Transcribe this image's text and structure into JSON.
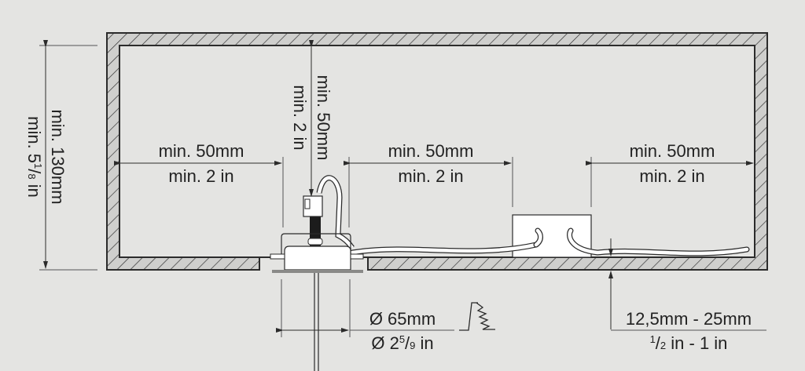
{
  "diagram": {
    "type": "installation-cross-section",
    "colors": {
      "background": "#e4e4e2",
      "wall_fill": "#cfcfcd",
      "line": "#2b2b2b",
      "text": "#222222",
      "white_parts": "#ffffff"
    },
    "dimensions": {
      "height_total": {
        "metric": "min. 130mm",
        "imperial_prefix": "min. 5",
        "imperial_sup": "1",
        "imperial_sub": "8",
        "imperial_suffix": " in"
      },
      "top_clearance": {
        "metric": "min. 50mm",
        "imperial": "min. 2 in"
      },
      "left_clearance": {
        "metric": "min. 50mm",
        "imperial": "min. 2 in"
      },
      "middle_clearance": {
        "metric": "min. 50mm",
        "imperial": "min. 2 in"
      },
      "right_clearance": {
        "metric": "min. 50mm",
        "imperial": "min. 2 in"
      },
      "cutout_diameter": {
        "metric": "Ø 65mm",
        "imperial_prefix": "Ø 2",
        "imperial_sup": "5",
        "imperial_sub": "9",
        "imperial_suffix": " in"
      },
      "ceiling_thickness": {
        "metric": "12,5mm - 25mm",
        "imperial_sup": "1",
        "imperial_sub": "2",
        "imperial_suffix": " in - 1 in"
      }
    },
    "components": [
      "ceiling-cavity",
      "recessed-light-fixture",
      "driver-box",
      "cables",
      "saw-cutout-symbol"
    ]
  }
}
